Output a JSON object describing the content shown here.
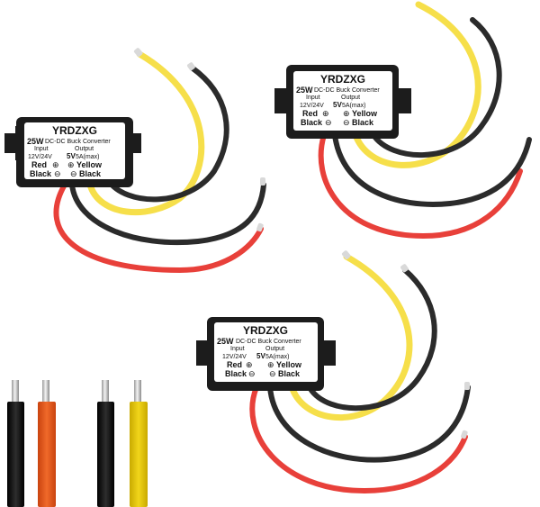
{
  "product": {
    "brand": "YRDZXG",
    "power": "25W",
    "type": "DC-DC Buck Converter",
    "input_header": "Input",
    "output_header": "Output",
    "input_voltage": "12V/24V",
    "output_voltage": "5V",
    "output_current": "5A(max)",
    "input_positive": "Red",
    "input_negative": "Black",
    "output_positive": "Yellow",
    "output_negative": "Black",
    "plus_symbol": "⊕",
    "minus_symbol": "⊖"
  },
  "colors": {
    "wire_black": "#2b2b2b",
    "wire_red": "#e8403a",
    "wire_yellow": "#f6df4a",
    "wire_orange": "#e8561c",
    "module_body": "#1c1c1c",
    "label_bg": "#ffffff"
  }
}
